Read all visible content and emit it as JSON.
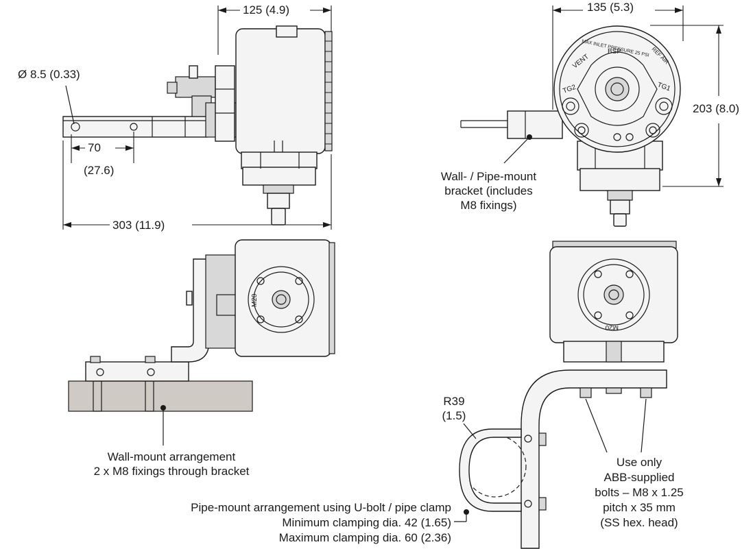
{
  "dimensions": {
    "top_width_left": "125 (4.9)",
    "hole_diameter": "Ø 8.5 (0.33)",
    "hole_spacing_mm": "70",
    "hole_spacing_in": "(27.6)",
    "overall_length": "303 (11.9)",
    "top_width_right": "135 (5.3)",
    "height": "203 (8.0)",
    "bend_radius_mm": "R39",
    "bend_radius_in": "(1.5)"
  },
  "callouts": {
    "bracket": [
      "Wall- / Pipe-mount",
      "bracket (includes",
      "M8 fixings)"
    ],
    "wall_mount": [
      "Wall-mount arrangement",
      "2 x M8 fixings through bracket"
    ],
    "pipe_mount": [
      "Pipe-mount arrangement using U-bolt / pipe clamp",
      "Minimum clamping dia. 42 (1.65)",
      "Maximum clamping dia. 60 (2.36)"
    ],
    "bolts": [
      "Use only",
      "ABB-supplied",
      "bolts – M8 x 1.25",
      "pitch x 35 mm",
      "(SS hex. head)"
    ]
  },
  "port_labels": {
    "vent": "VENT",
    "tg2": "TG2",
    "tg1": "TG1",
    "bsp": "BSP",
    "ref_air": "REF AIR",
    "max_inlet": "MAX INLET PRESSURE 25 PSI",
    "m20_left": "M20",
    "m20_right": "M20"
  }
}
